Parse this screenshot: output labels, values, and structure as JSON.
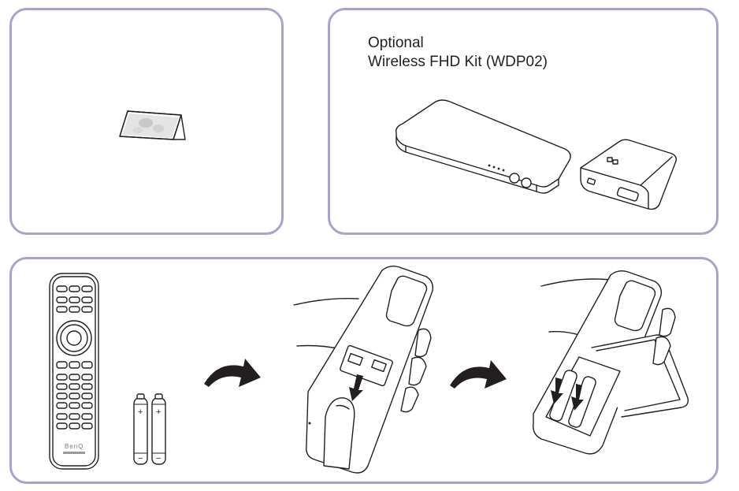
{
  "card_panel": {
    "item_icon": "folded-card-icon"
  },
  "kit_panel": {
    "caption_line1": "Optional",
    "caption_line2": "Wireless FHD Kit (WDP02)",
    "items": [
      "wireless-transmitter-icon",
      "wireless-receiver-icon"
    ]
  },
  "remote_panel": {
    "remote_brand": "BenQ",
    "battery_plus": "+",
    "battery_minus": "−",
    "steps": [
      "remote-with-batteries",
      "open-battery-cover",
      "insert-batteries"
    ],
    "arrow_icon": "curved-arrow-icon"
  },
  "colors": {
    "panel_border": "#a9a2cf",
    "ink": "#231f20"
  }
}
